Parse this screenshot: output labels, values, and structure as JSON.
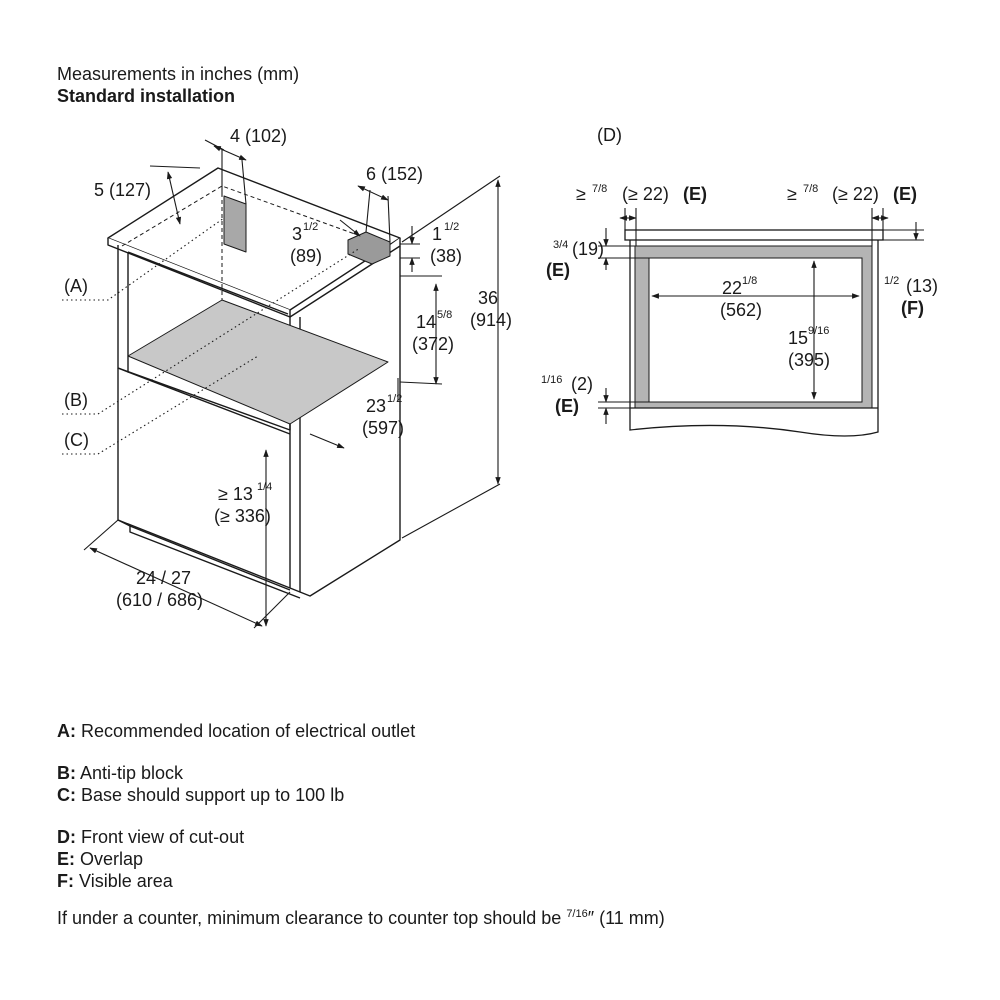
{
  "header": {
    "units": "Measurements in inches (mm)",
    "installation": "Standard installation"
  },
  "dims": {
    "d4": "4 (102)",
    "d5": "5 (127)",
    "d6": "6 (152)",
    "d3h_whole": "3",
    "d3h_frac": "1/2",
    "d3h_mm": "(89)",
    "d1h_whole": "1",
    "d1h_frac": "1/2",
    "d1h_mm": "(38)",
    "d14_whole": "14",
    "d14_frac": "5/8",
    "d14_mm": "(372)",
    "d36": "36",
    "d36_mm": "(914)",
    "d23_whole": "23",
    "d23_frac": "1/2",
    "d23_mm": "(597)",
    "d13_pre": "≥ 13",
    "d13_frac": "1/4",
    "d13_mm": "(≥ 336)",
    "width": "24 / 27",
    "width_mm": "(610 / 686)"
  },
  "callouts": {
    "a": "(A)",
    "b": "(B)",
    "c": "(C)",
    "d": "(D)"
  },
  "front_view": {
    "overlap_left_pre": "≥",
    "overlap_left_frac": "7/8",
    "overlap_left_mm": "(≥ 22)",
    "overlap_right_pre": "≥",
    "overlap_right_frac": "7/8",
    "overlap_right_mm": "(≥ 22)",
    "e": "(E)",
    "f": "(F)",
    "top_frac": "3/4",
    "top_mm": "(19)",
    "right_frac": "1/2",
    "right_mm": "(13)",
    "width_whole": "22",
    "width_frac": "1/8",
    "width_mm": "(562)",
    "height_whole": "15",
    "height_frac": "9/16",
    "height_mm": "(395)",
    "bottom_frac": "1/16",
    "bottom_mm": "(2)"
  },
  "legend": [
    {
      "key": "A:",
      "text": "Recommended location of electrical outlet"
    },
    {
      "key": "B:",
      "text": "Anti-tip block"
    },
    {
      "key": "C:",
      "text": "Base should support up to 100 lb"
    },
    {
      "key": "D:",
      "text": "Front view of cut-out"
    },
    {
      "key": "E:",
      "text": "Overlap"
    },
    {
      "key": "F:",
      "text": "Visible area"
    }
  ],
  "note": {
    "text": "If under a counter, minimum clearance to counter top should be",
    "frac": "7/16",
    "suffix": "″ (11 mm)"
  },
  "colors": {
    "line": "#1a1a1a",
    "shelf_fill": "#c8c8c8",
    "outlet_fill": "#a8a8a8",
    "block_fill": "#9a9a9a"
  }
}
